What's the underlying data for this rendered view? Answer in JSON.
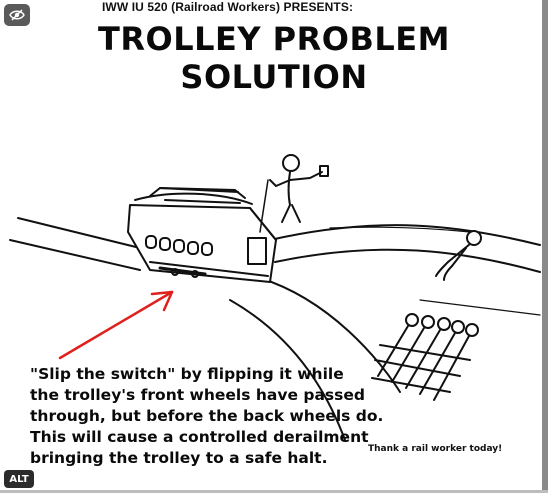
{
  "meme": {
    "presents": "IWW IU 520 (Railroad Workers) PRESENTS:",
    "title": "TROLLEY PROBLEM SOLUTION",
    "explanation_lines": [
      "\"Slip the switch\" by flipping it while",
      "the trolley's front wheels have passed",
      "through, but before the back wheels do.",
      "This will cause a controlled derailment",
      "bringing the trolley to a safe halt."
    ],
    "thanks": "Thank a rail worker today!"
  },
  "overlay": {
    "alt_label": "ALT",
    "hide_icon": "eye-slash-icon"
  },
  "colors": {
    "arrow": "#e0201c",
    "ink": "#111111",
    "badge": "#2b2b2b"
  }
}
